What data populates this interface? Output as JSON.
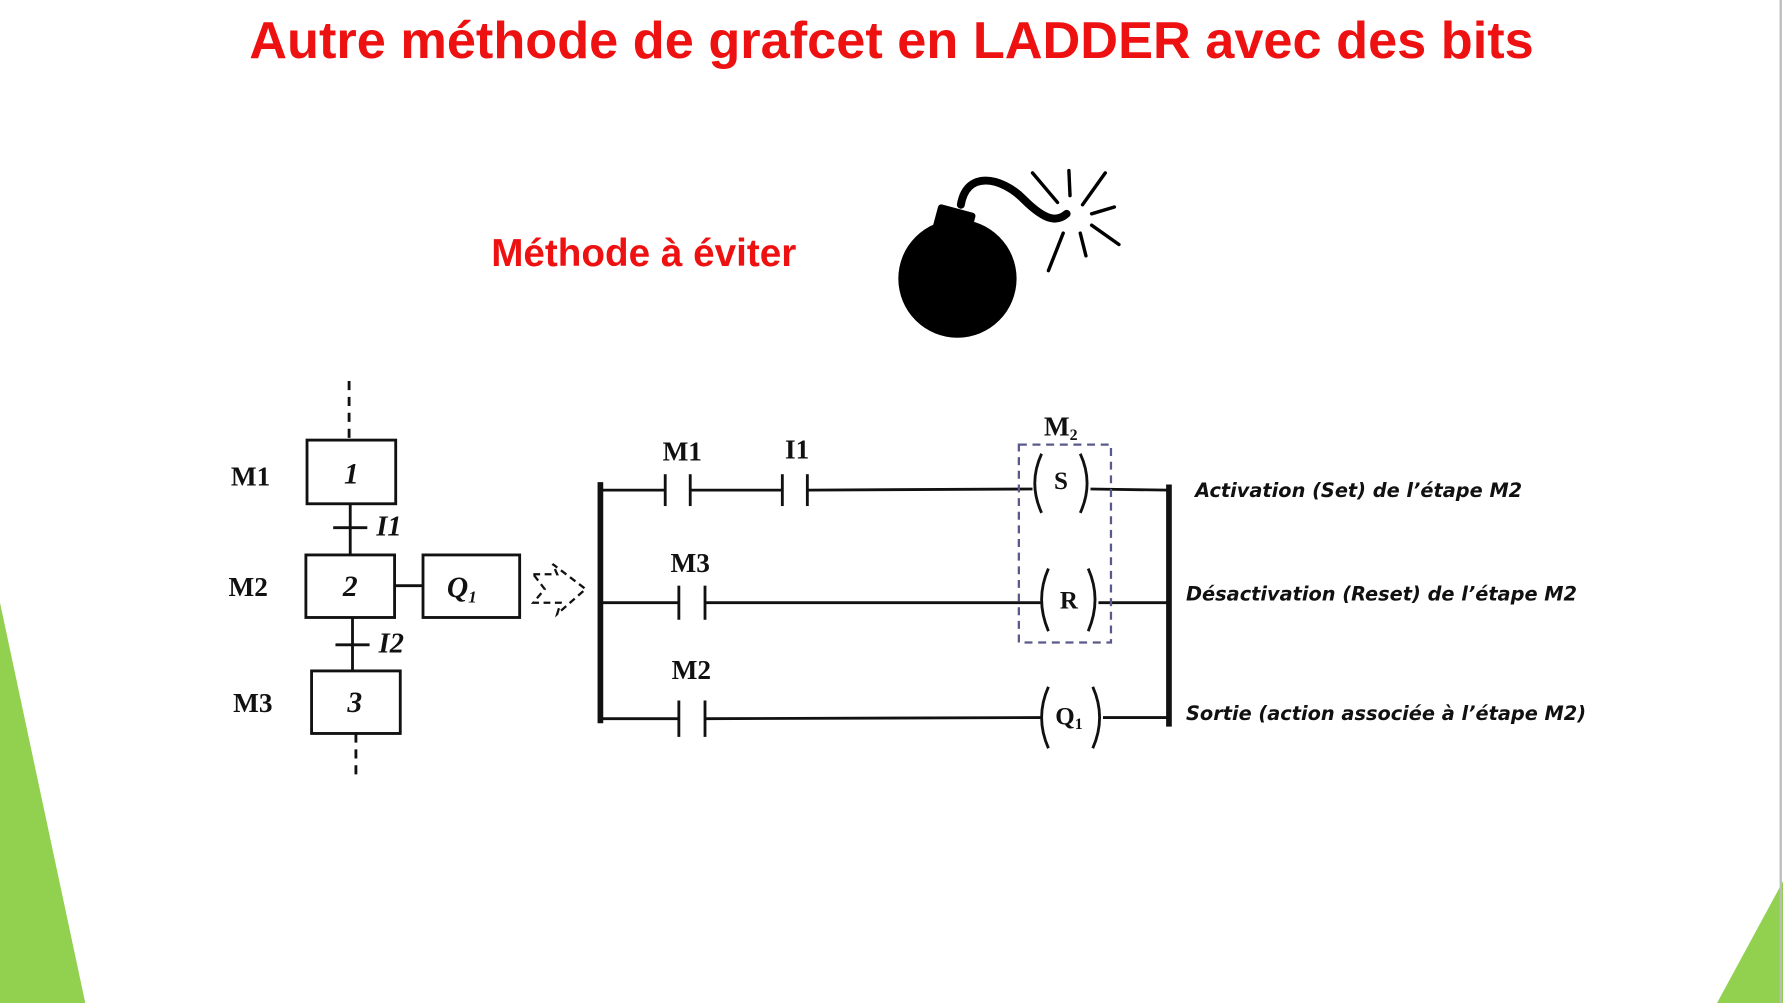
{
  "slide": {
    "title": "Autre méthode de grafcet en LADDER avec des bits",
    "warning": "Méthode à éviter",
    "warning_icon": "bomb-icon",
    "colors": {
      "title": "#ee1111",
      "accent_green": "#92d050",
      "dashed_box": "#5a5a8a"
    }
  },
  "grafcet": {
    "steps": [
      {
        "bit": "M1",
        "number": "1"
      },
      {
        "bit": "M2",
        "number": "2"
      },
      {
        "bit": "M3",
        "number": "3"
      }
    ],
    "transitions": [
      "I1",
      "I2"
    ],
    "action": {
      "main": "Q",
      "sub": "1"
    }
  },
  "ladder": {
    "coil_group_label": {
      "main": "M",
      "sub": "2"
    },
    "rungs": [
      {
        "contacts": [
          "M1",
          "I1"
        ],
        "coil": "S",
        "description": "Activation (Set) de l’étape M2"
      },
      {
        "contacts": [
          "M3"
        ],
        "coil": "R",
        "description": "Désactivation (Reset) de l’étape M2"
      },
      {
        "contacts": [
          "M2"
        ],
        "coil": {
          "main": "Q",
          "sub": "1"
        },
        "description": "Sortie (action associée à l’étape M2)"
      }
    ]
  }
}
